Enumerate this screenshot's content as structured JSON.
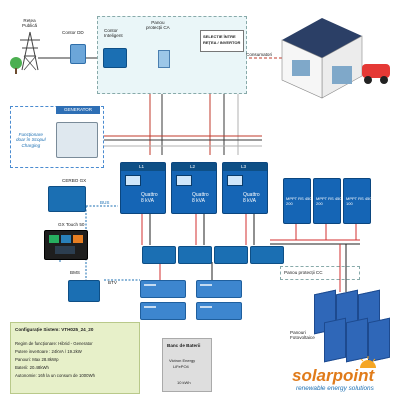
{
  "grid": {
    "label_line1": "Rețea",
    "label_line2": "Publică"
  },
  "meter": {
    "label": "Contor DD"
  },
  "ca_panel": {
    "title_line1": "Panou",
    "title_line2": "protecții CA"
  },
  "smart_meter": {
    "label_line1": "Contor",
    "label_line2": "Inteligent"
  },
  "selector": {
    "line1": "SELECTIE ÎNTRE",
    "line2": "REȚEA / INVERTOR"
  },
  "consumers": {
    "label": "Consumatori"
  },
  "generator": {
    "title": "GENERATOR",
    "note_line1": "Funcționare",
    "note_line2": "doar în Scopul",
    "note_line3": "Charging"
  },
  "cerbo": {
    "label": "CERBO GX"
  },
  "touch": {
    "label": "GX Touch 50"
  },
  "bus": {
    "label": "BUS"
  },
  "bms": {
    "label": "BMS"
  },
  "btv": {
    "label": "BTV"
  },
  "inverters": [
    {
      "phase": "L1",
      "name_line1": "Quattro",
      "name_line2": "8 kVA"
    },
    {
      "phase": "L2",
      "name_line1": "Quattro",
      "name_line2": "8 kVA"
    },
    {
      "phase": "L3",
      "name_line1": "Quattro",
      "name_line2": "8 kVA"
    }
  ],
  "mppts": [
    {
      "name_line1": "MPPT RS 450",
      "name_line2": "200"
    },
    {
      "name_line1": "MPPT RS 450",
      "name_line2": "200"
    },
    {
      "name_line1": "MPPT RS 450 /",
      "name_line2": "100"
    }
  ],
  "dc_panel": {
    "label": "Panou protecții CC"
  },
  "pv": {
    "label_line1": "Panouri",
    "label_line2": "Fotovoltaice"
  },
  "battery_bank": {
    "title": "Banc de Baterii",
    "line1": "Victron Energy",
    "line2": "LiFePO4",
    "line3": "10 kWh"
  },
  "config": {
    "title": "Configurație Sistem: VTH025_24_20",
    "lines": [
      "Regim de funcționare: Hibrid - Generator",
      "Putere invertoare : 24kVA / 19.2kW",
      "Panouri: Max 28.8kWp",
      "Baterii: 20.48kWh",
      "Autonomie: 16h la un consum de 1000Wh"
    ]
  },
  "brand": {
    "name": "solarpoint",
    "tagline": "renewable energy solutions",
    "color": "#e07b1a"
  },
  "colors": {
    "ac_l1": "#c0392b",
    "ac_l2": "#3a3a3a",
    "ac_l3": "#b0b0b0",
    "dc_pos": "#d32f2f",
    "dc_neg": "#222222",
    "data": "#1b6fb3"
  }
}
